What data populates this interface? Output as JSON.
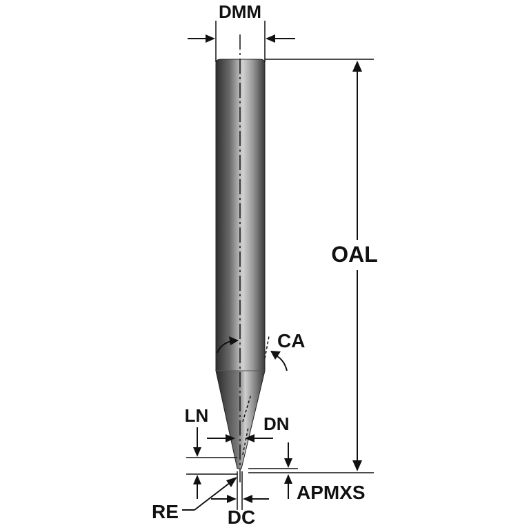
{
  "labels": {
    "dmm": "DMM",
    "oal": "OAL",
    "ca": "CA",
    "ln": "LN",
    "dn": "DN",
    "apmxs": "APMXS",
    "re": "RE",
    "dc": "DC"
  },
  "colors": {
    "line": "#111111",
    "tool_dark": "#3a3a3a",
    "tool_mid": "#8c8c8c",
    "tool_light": "#d6d6d6",
    "background": "#ffffff"
  }
}
